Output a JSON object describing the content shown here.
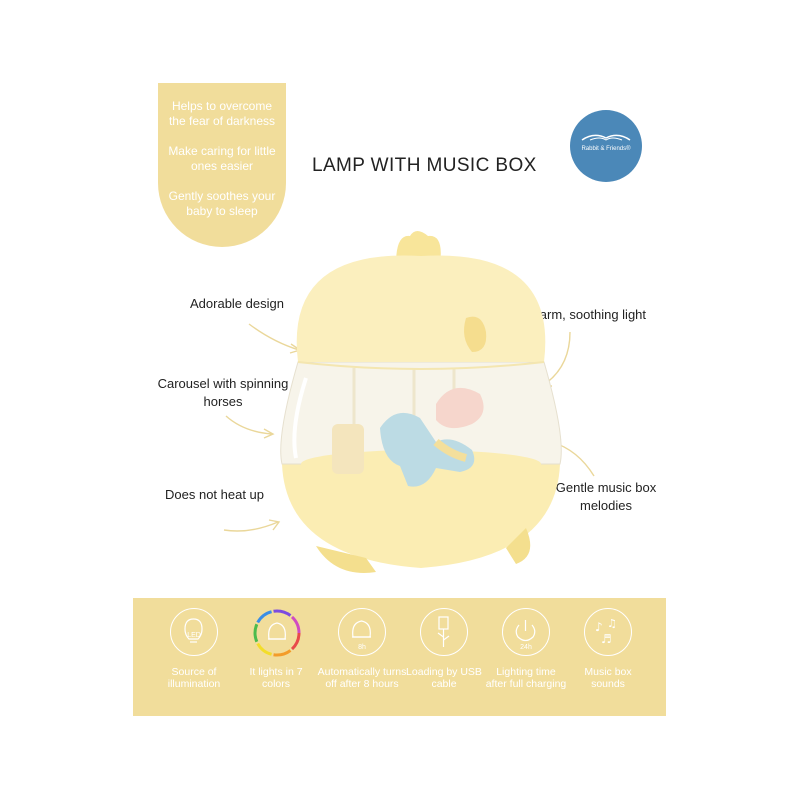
{
  "title": "LAMP WITH MUSIC BOX",
  "benefits": [
    "Helps to overcome the fear of darkness",
    "Make caring for little ones easier",
    "Gently soothes your baby to sleep"
  ],
  "logo": {
    "text": "Rabbit & Friends",
    "mark": "®"
  },
  "features": {
    "adorable": "Adorable design",
    "warm": "Warm, soothing light",
    "carousel": "Carousel with spinning horses",
    "heat": "Does not heat up",
    "melodies": "Gentle music box melodies"
  },
  "icons": [
    {
      "icon": "led-bulb-icon",
      "label": "Source of illumination",
      "badge": "LED"
    },
    {
      "icon": "seven-colors-lamp-icon",
      "label": "It lights in 7 colors",
      "badge": ""
    },
    {
      "icon": "timer-lamp-icon",
      "label": "Automatically turns off after 8 hours",
      "badge": "8h"
    },
    {
      "icon": "usb-cable-icon",
      "label": "Loading by USB cable",
      "badge": ""
    },
    {
      "icon": "power-24h-icon",
      "label": "Lighting time after full charging",
      "badge": "24h"
    },
    {
      "icon": "music-notes-icon",
      "label": "Music box sounds",
      "badge": ""
    }
  ],
  "colors": {
    "accent": "#f1dd9b",
    "logo": "#4b88b8",
    "lamp": "#fbefbe"
  }
}
